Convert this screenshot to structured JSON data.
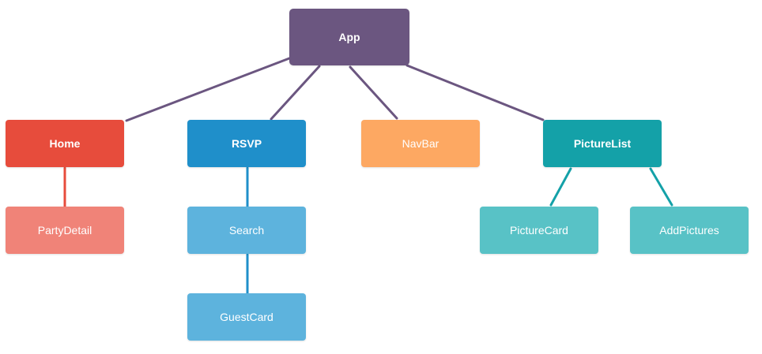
{
  "nodes": {
    "app": {
      "label": "App",
      "color": "#6b5680"
    },
    "home": {
      "label": "Home",
      "color": "#e74c3c"
    },
    "partydetail": {
      "label": "PartyDetail",
      "color": "#f08378"
    },
    "rsvp": {
      "label": "RSVP",
      "color": "#1f8fca"
    },
    "search": {
      "label": "Search",
      "color": "#5db3dd"
    },
    "guestcard": {
      "label": "GuestCard",
      "color": "#5db3dd"
    },
    "navbar": {
      "label": "NavBar",
      "color": "#fda862"
    },
    "picturelist": {
      "label": "PictureList",
      "color": "#14a1a8"
    },
    "picturecard": {
      "label": "PictureCard",
      "color": "#58c2c6"
    },
    "addpictures": {
      "label": "AddPictures",
      "color": "#58c2c6"
    }
  },
  "edges": [
    {
      "from": "App",
      "to": "Home",
      "color": "#6b5680"
    },
    {
      "from": "App",
      "to": "RSVP",
      "color": "#6b5680"
    },
    {
      "from": "App",
      "to": "NavBar",
      "color": "#6b5680"
    },
    {
      "from": "App",
      "to": "PictureList",
      "color": "#6b5680"
    },
    {
      "from": "Home",
      "to": "PartyDetail",
      "color": "#e74c3c"
    },
    {
      "from": "RSVP",
      "to": "Search",
      "color": "#1f8fca"
    },
    {
      "from": "Search",
      "to": "GuestCard",
      "color": "#1f8fca"
    },
    {
      "from": "PictureList",
      "to": "PictureCard",
      "color": "#14a1a8"
    },
    {
      "from": "PictureList",
      "to": "AddPictures",
      "color": "#14a1a8"
    }
  ]
}
